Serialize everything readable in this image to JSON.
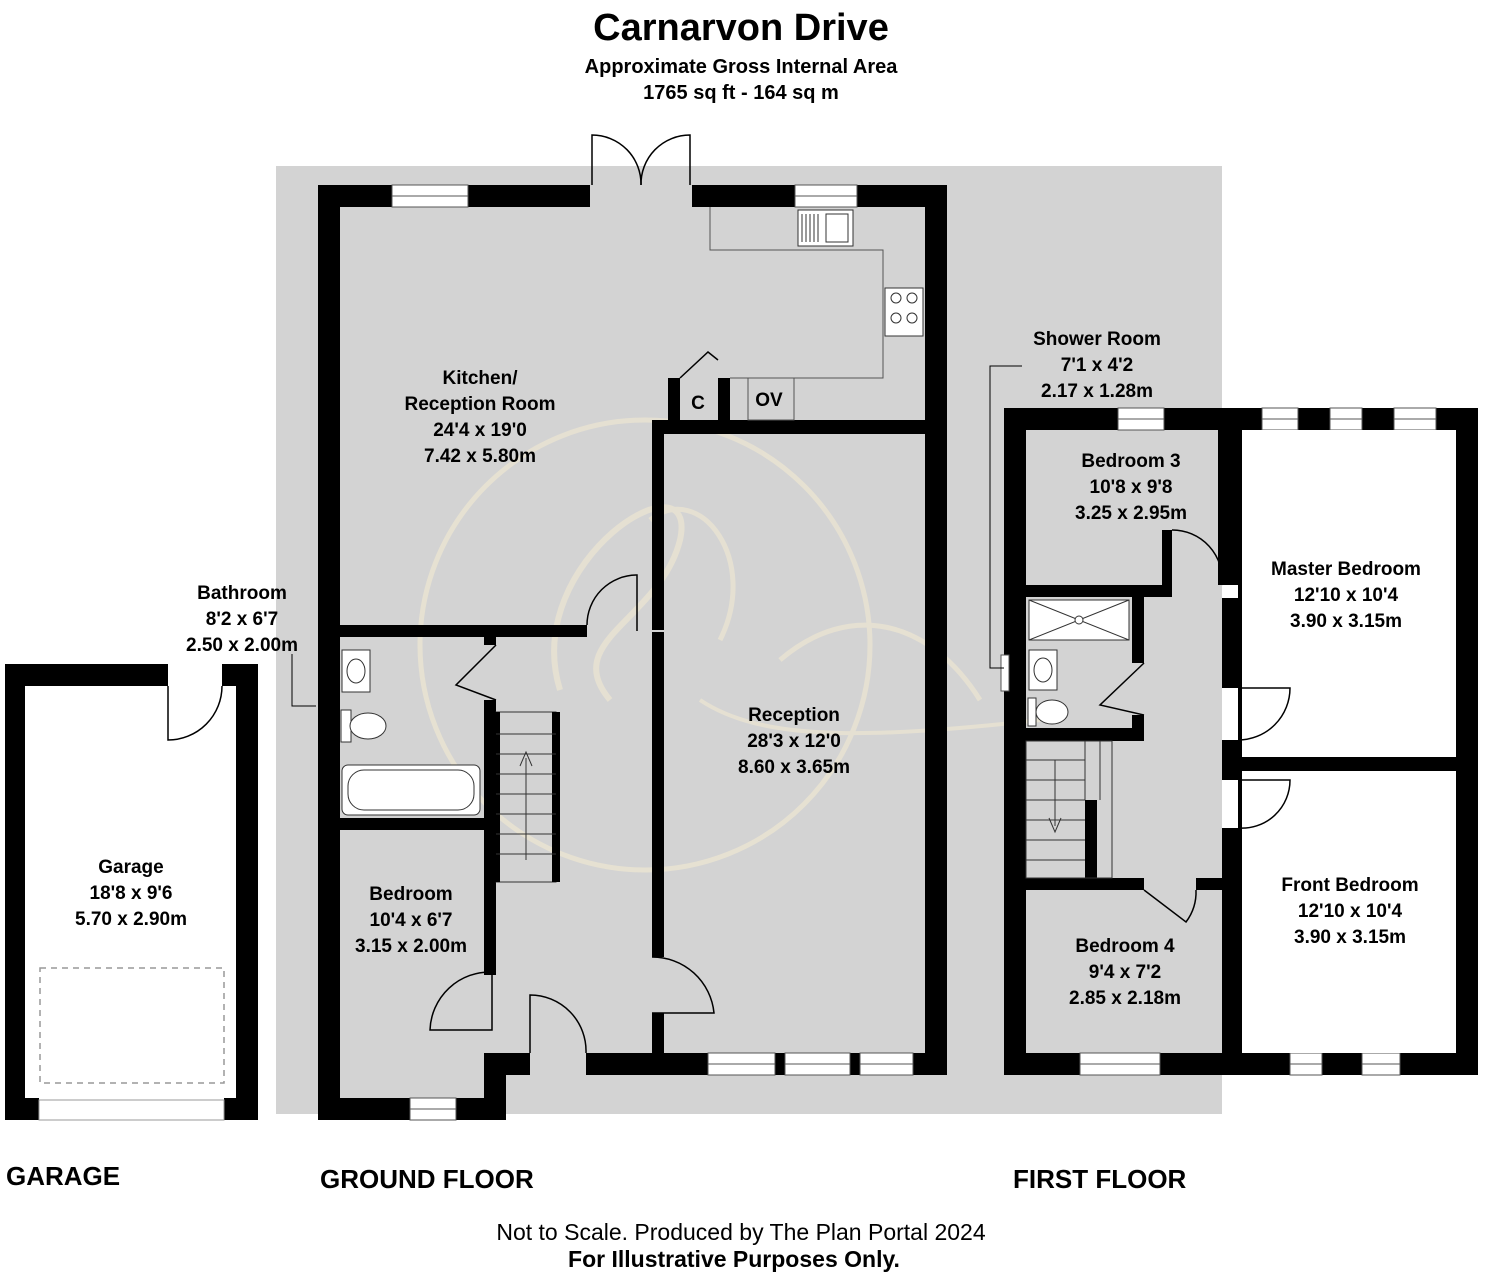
{
  "header": {
    "title": "Carnarvon Drive",
    "subtitle": "Approximate Gross Internal Area",
    "area": "1765 sq ft - 164 sq m"
  },
  "rooms": {
    "kitchen": {
      "name1": "Kitchen/",
      "name2": "Reception Room",
      "imperial": "24'4 x 19'0",
      "metric": "7.42 x 5.80m"
    },
    "bathroom": {
      "name": "Bathroom",
      "imperial": "8'2 x 6'7",
      "metric": "2.50 x 2.00m"
    },
    "reception": {
      "name": "Reception",
      "imperial": "28'3 x 12'0",
      "metric": "8.60 x 3.65m"
    },
    "bedroom": {
      "name": "Bedroom",
      "imperial": "10'4 x 6'7",
      "metric": "3.15 x 2.00m"
    },
    "garage": {
      "name": "Garage",
      "imperial": "18'8 x 9'6",
      "metric": "5.70 x 2.90m"
    },
    "shower_room": {
      "name": "Shower Room",
      "imperial": "7'1 x 4'2",
      "metric": "2.17 x 1.28m"
    },
    "bedroom3": {
      "name": "Bedroom 3",
      "imperial": "10'8 x 9'8",
      "metric": "3.25 x 2.95m"
    },
    "master_bedroom": {
      "name": "Master Bedroom",
      "imperial": "12'10 x 10'4",
      "metric": "3.90 x 3.15m"
    },
    "front_bedroom": {
      "name": "Front Bedroom",
      "imperial": "12'10 x 10'4",
      "metric": "3.90 x 3.15m"
    },
    "bedroom4": {
      "name": "Bedroom 4",
      "imperial": "9'4 x 7'2",
      "metric": "2.85 x 2.18m"
    }
  },
  "fixtures": {
    "cupboard": "C",
    "oven": "OV"
  },
  "floors": {
    "garage": "GARAGE",
    "ground": "GROUND FLOOR",
    "first": "FIRST FLOOR"
  },
  "footer": {
    "line1": "Not to Scale. Produced by The Plan Portal 2024",
    "line2": "For Illustrative Purposes Only."
  },
  "colors": {
    "background": "#d3d3d3",
    "wall": "#000000",
    "watermark": "#e9e2cf"
  }
}
